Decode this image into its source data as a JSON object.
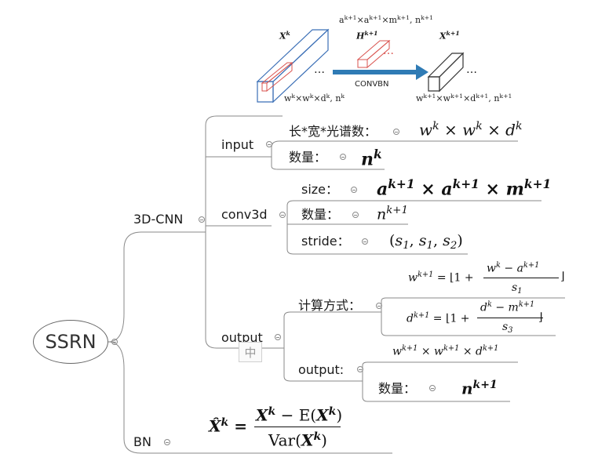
{
  "root": {
    "label": "SSRN"
  },
  "branches": {
    "cnn": "3D-CNN",
    "bn": "BN",
    "input": "input",
    "conv3d": "conv3d",
    "output": "output"
  },
  "input": {
    "dims_label": "长*宽*光谱数：",
    "count_label": "数量："
  },
  "conv3d": {
    "size_label": "size：",
    "count_label": "数量：",
    "stride_label": "stride："
  },
  "output_node": {
    "calc_label": "计算方式：",
    "output_label": "output:",
    "count_label": "数量："
  },
  "figure": {
    "xk": "X",
    "xk_sup": "k",
    "hk": "H",
    "hk_sup": "k+1",
    "xk1": "X",
    "xk1_sup": "k+1",
    "convbn": "CONVBN",
    "dots": "…",
    "kernel_caption": "ak+1×ak+1×mk+1, nk+1",
    "input_caption": "wk×wk×dk, nk",
    "output_caption": "wk+1×wk+1×dk+1, nk+1"
  },
  "ime_indicator": "中",
  "colors": {
    "line": "#8a8a8a",
    "cube": "#3b6fb6",
    "arrow": "#2f7bb5",
    "kernel": "#d9534f"
  }
}
